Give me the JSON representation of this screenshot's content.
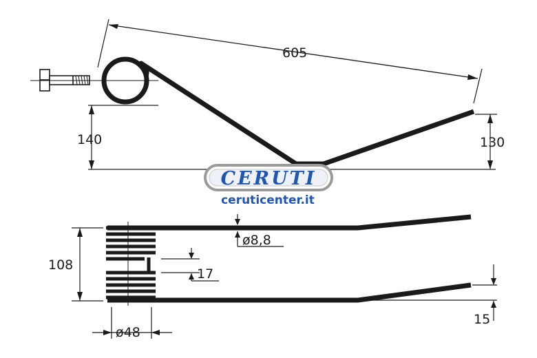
{
  "diagram": {
    "dimensions": {
      "overall_length": "605",
      "left_height": "140",
      "right_height": "130",
      "overall_width": "108",
      "wire_diameter": "ø8,8",
      "coil_gap": "17",
      "tip_offset": "15",
      "coil_diameter": "ø48"
    },
    "colors": {
      "line": "#1a1a1a",
      "brand_blue": "#1f56b3",
      "badge_border": "#9a9a9a"
    }
  },
  "watermark": {
    "brand": "CERUTI",
    "website": "ceruticenter.it"
  }
}
